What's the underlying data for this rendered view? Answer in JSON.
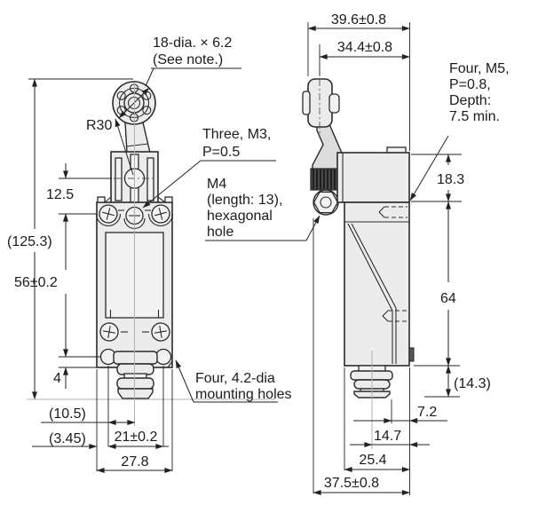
{
  "front_view": {
    "labels": {
      "roller_dia": "18-dia. × 6.2",
      "roller_note": "(See note.)",
      "lever_radius": "R30",
      "head_screws_line1": "Three, M3,",
      "head_screws_line2": "P=0.5",
      "m4_line1": "M4",
      "m4_line2": "(length: 13),",
      "m4_line3": "hexagonal",
      "m4_line4": "hole",
      "mounting_line1": "Four, 4.2-dia",
      "mounting_line2": "mounting holes"
    },
    "dims": {
      "overall_height": "(125.3)",
      "pivot_to_screw": "12.5",
      "screw_to_hole": "56±0.2",
      "hole_to_bottom": "4",
      "center_half_span": "(10.5)",
      "edge_to_hole": "(3.45)",
      "hole_span": "21±0.2",
      "body_width": "27.8"
    }
  },
  "side_view": {
    "labels": {
      "m5_line1": "Four, M5,",
      "m5_line2": "P=0.8,",
      "m5_line3": "Depth:",
      "m5_line4": "7.5 min."
    },
    "dims": {
      "total_width": "39.6±0.8",
      "lever_center_width": "34.4±0.8",
      "head_height": "18.3",
      "body_height": "64",
      "gland_height": "(14.3)",
      "gland_to_back": "7.2",
      "center_to_back": "14.7",
      "body_depth": "25.4",
      "overall_depth": "37.5±0.8"
    }
  },
  "colors": {
    "line": "#2b2b2b",
    "fill": "#ececec",
    "centerline": "#b0b0b0"
  }
}
